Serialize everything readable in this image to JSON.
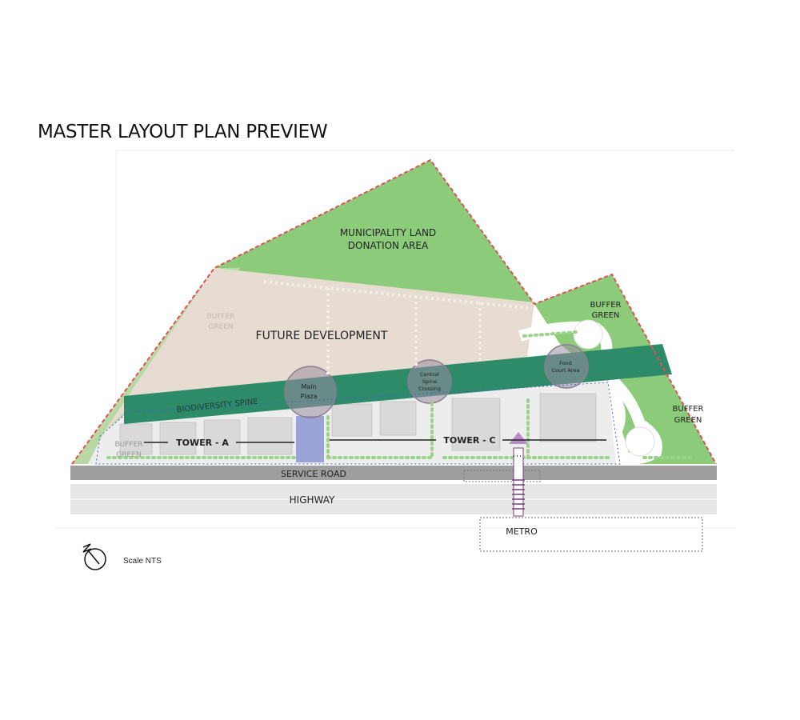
{
  "title": "MASTER LAYOUT PLAN PREVIEW",
  "labels": {
    "municipality": [
      "MUNICIPALITY LAND",
      "DONATION AREA"
    ],
    "future_development": "FUTURE DEVELOPMENT",
    "buffer_green_faded": [
      "BUFFER",
      "GREEN"
    ],
    "buffer_green_top_right": [
      "BUFFER",
      "GREEN"
    ],
    "buffer_green_right": [
      "BUFFER",
      "GREEN"
    ],
    "buffer_green_left": [
      "BUFFER",
      "GREEN"
    ],
    "biodiversity_spine": "BIODIVERSITY SPINE",
    "main_plaza": [
      "Main",
      "Plaza"
    ],
    "central_spine": [
      "Central",
      "Spine",
      "Crossing"
    ],
    "food_court": [
      "Food",
      "Court Area"
    ],
    "tower_a": "TOWER - A",
    "tower_c": "TOWER - C",
    "service_road": "SERVICE ROAD",
    "highway": "HIGHWAY",
    "metro": "METRO",
    "scale": "Scale NTS"
  },
  "colors": {
    "green_land": "#8ccb7a",
    "future_dev": "#e6dcd2",
    "spine": "#2e8b6a",
    "boundary": "#e05050",
    "road": "#9e9e9e",
    "highway": "#e6e6e6",
    "plaza": "#9aa2d8",
    "tree_dots": "#9bd38a",
    "node_circle": "#9b8ca0"
  },
  "icons": {
    "north_arrow": "north-arrow-icon"
  }
}
